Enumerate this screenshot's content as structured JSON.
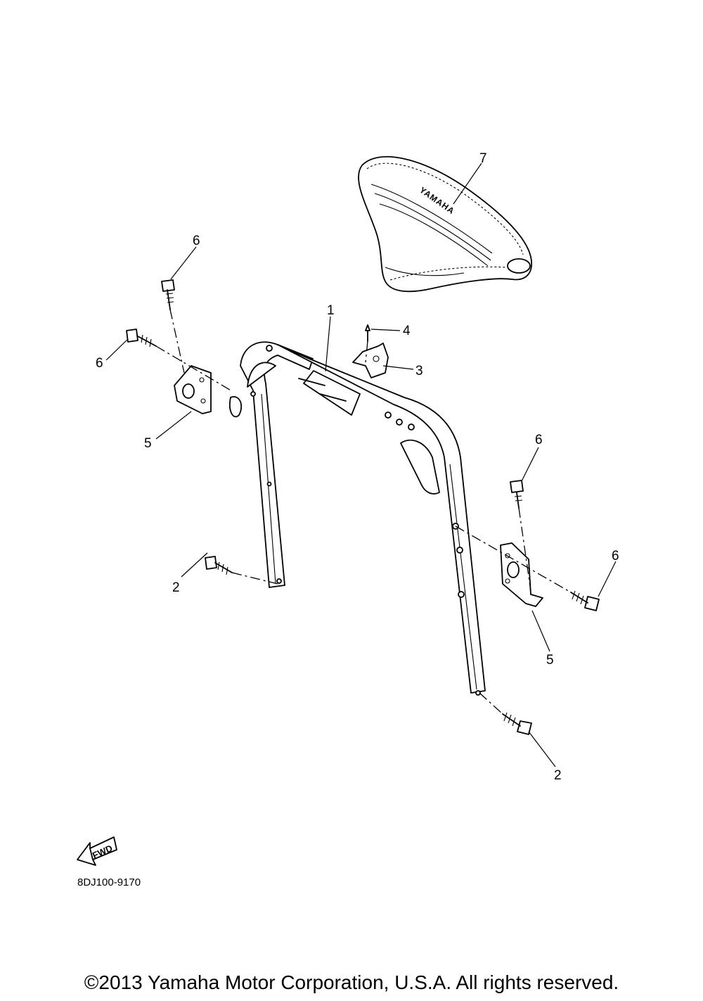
{
  "callouts": {
    "c1": "1",
    "c2a": "2",
    "c2b": "2",
    "c3": "3",
    "c4": "4",
    "c5a": "5",
    "c5b": "5",
    "c6a": "6",
    "c6b": "6",
    "c6c": "6",
    "c6d": "6",
    "c7": "7"
  },
  "seat_logo": "YAMAHA",
  "fwd_label": "FWD",
  "diagram_code": "8DJ100-9170",
  "copyright": "©2013 Yamaha Motor Corporation, U.S.A. All rights reserved."
}
